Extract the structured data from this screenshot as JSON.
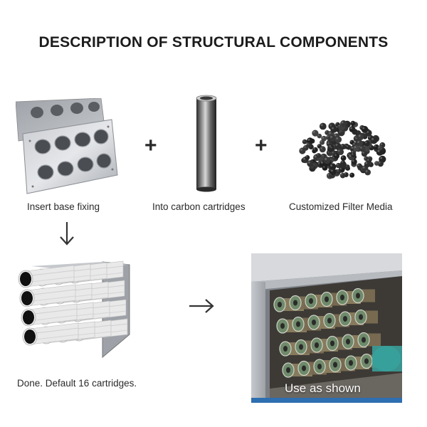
{
  "page": {
    "title": "DESCRIPTION OF STRUCTURAL COMPONENTS"
  },
  "steps": {
    "base_caption": "Insert base fixing",
    "cartridge_caption": "Into carbon cartridges",
    "media_caption": "Customized Filter Media",
    "done_caption": "Done. Default 16 cartridges.",
    "photo_label": "Use as shown"
  },
  "symbols": {
    "plus": "+"
  },
  "icons": {
    "down_arrow": "arrow-down-icon",
    "right_arrow": "arrow-right-icon"
  },
  "colors": {
    "metal": "#b8bcc2",
    "carbon": "#2b2b2b",
    "text": "#222222"
  }
}
